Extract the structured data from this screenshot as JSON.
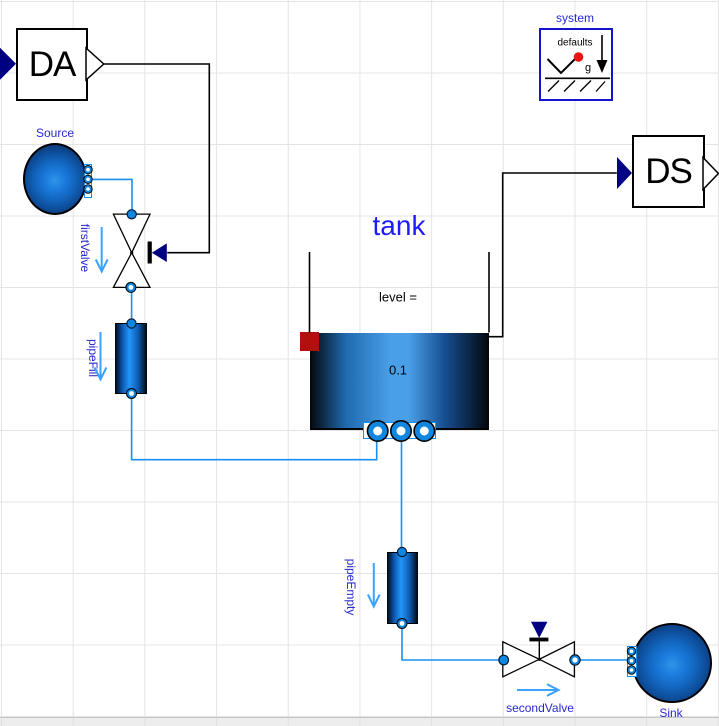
{
  "blocks": {
    "da": {
      "label": "DA"
    },
    "ds": {
      "label": "DS"
    },
    "system": {
      "title": "system",
      "defaults_label": "defaults",
      "gravity_label": "g"
    }
  },
  "components": {
    "source": {
      "label": "Source"
    },
    "sink": {
      "label": "Sink"
    },
    "first_valve": {
      "label": "firstValve"
    },
    "second_valve": {
      "label": "secondValve"
    },
    "pipe_fill": {
      "label": "pipeFill"
    },
    "pipe_empty": {
      "label": "pipeEmpty"
    },
    "tank": {
      "label": "tank",
      "level_label": "level =",
      "level_value": "0.1"
    }
  },
  "colors": {
    "label_blue": "#2828d2",
    "tank_label_blue": "#1c1cff",
    "line_blue": "#1790f0",
    "port_blue": "#0f86e0",
    "arrow_blue": "#3da2ff",
    "navy": "#000080",
    "red_marker": "#b20f0f",
    "red_dot": "#e81414",
    "system_border": "#1414cc",
    "grid": "#e4e4e4"
  }
}
